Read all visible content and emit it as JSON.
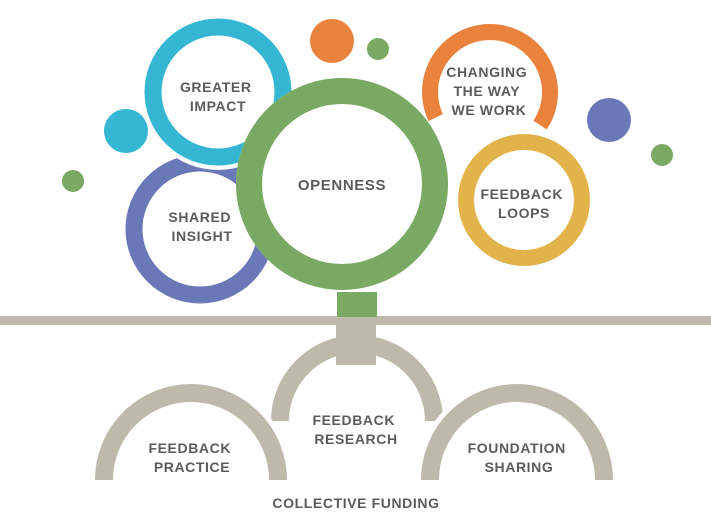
{
  "colors": {
    "green": "#7aa963",
    "teal": "#35b7d3",
    "orange": "#e9823c",
    "gold": "#e2b34a",
    "purple": "#6b78b8",
    "stone": "#bdbaab",
    "text": "#5b5b5b"
  },
  "circles": {
    "openness": "OPENNESS",
    "greater_impact": [
      "GREATER",
      "IMPACT"
    ],
    "shared_insight": [
      "SHARED",
      "INSIGHT"
    ],
    "changing_way": [
      "CHANGING",
      "THE WAY",
      "WE WORK"
    ],
    "feedback_loops": [
      "FEEDBACK",
      "LOOPS"
    ]
  },
  "roots": {
    "feedback_practice": [
      "FEEDBACK",
      "PRACTICE"
    ],
    "feedback_research": [
      "FEEDBACK",
      "RESEARCH"
    ],
    "foundation_sharing": [
      "FOUNDATION",
      "SHARING"
    ],
    "collective_funding": "COLLECTIVE FUNDING"
  }
}
